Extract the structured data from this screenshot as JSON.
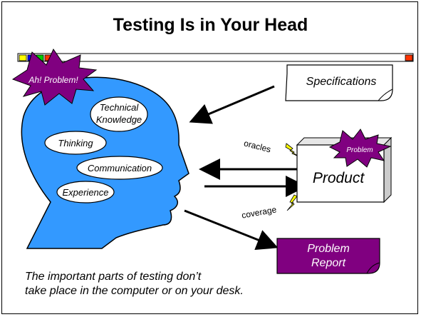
{
  "title": "Testing Is in Your Head",
  "burst_top": "Ah! Problem!",
  "head": {
    "technical_line1": "Technical",
    "technical_line2": "Knowledge",
    "thinking": "Thinking",
    "communication": "Communication",
    "experience": "Experience"
  },
  "specifications": "Specifications",
  "product": "Product",
  "product_burst": "Problem",
  "oracles": "oracles",
  "coverage": "coverage",
  "report_line1": "Problem",
  "report_line2": "Report",
  "caption_line1": "The important parts of testing don’t",
  "caption_line2": "take place in the computer or on your desk.",
  "colors": {
    "head": "#3399ff",
    "burst": "#800080",
    "report": "#800080",
    "lightning": "#ffff00",
    "band_yellow": "#ffff00",
    "band_blue": "#0000ff",
    "band_green": "#00cc00",
    "band_red": "#ff3300"
  }
}
